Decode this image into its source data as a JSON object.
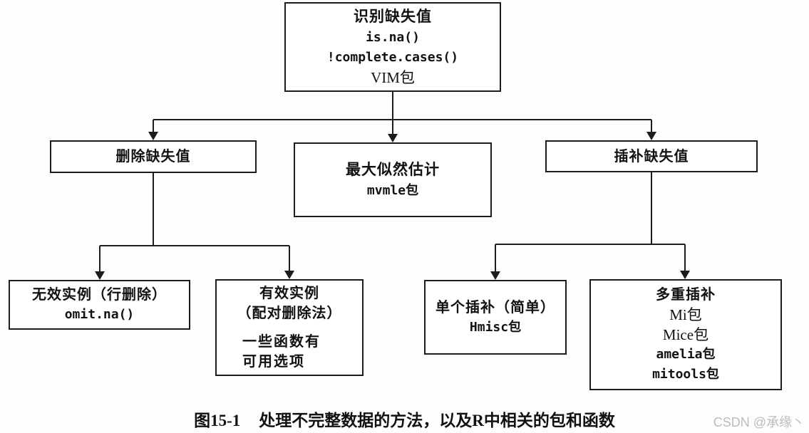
{
  "page": {
    "background": "#fdfdfd",
    "line_color": "#1c1c1c"
  },
  "nodes": {
    "identify": {
      "lines": [
        "识别缺失值",
        "is.na()",
        "!complete.cases()",
        "VIM包"
      ]
    },
    "delete": {
      "lines": [
        "删除缺失值"
      ]
    },
    "max_likelihood": {
      "lines": [
        "最大似然估计",
        "mvmle包"
      ]
    },
    "impute": {
      "lines": [
        "插补缺失值"
      ]
    },
    "listwise": {
      "lines": [
        "无效实例（行删除）",
        "omit.na()"
      ]
    },
    "pairwise": {
      "lines": [
        "有效实例",
        "（配对删除法）",
        "一些函数有",
        "可用选项"
      ]
    },
    "single_impute": {
      "lines": [
        "单个插补（简单）",
        "Hmisc包"
      ]
    },
    "multiple_impute": {
      "lines": [
        "多重插补",
        "Mi包",
        "Mice包",
        "amelia包",
        "mitools包"
      ]
    }
  },
  "caption": {
    "label": "图15-1",
    "text": "处理不完整数据的方法，以及R中相关的包和函数"
  },
  "watermark": "CSDN @承缘丶"
}
